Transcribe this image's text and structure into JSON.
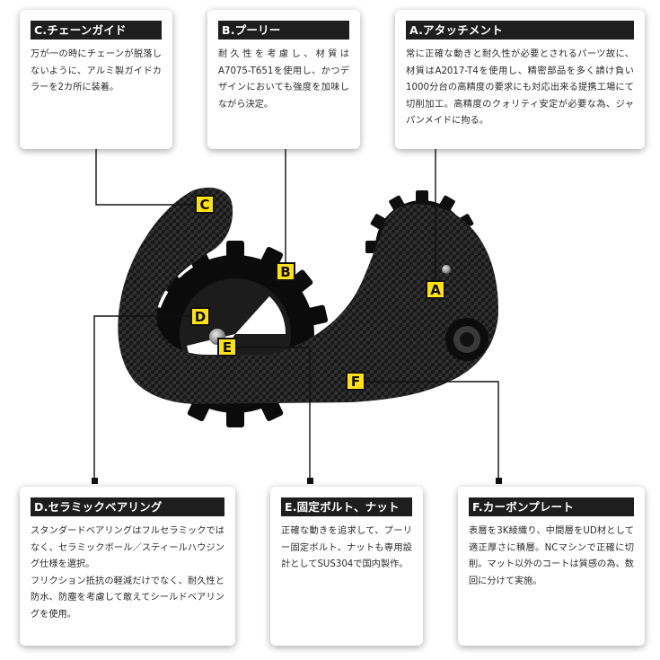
{
  "cards": {
    "c": {
      "title": "C.チェーンガイド",
      "lines": [
        "万が一の時にチェーンが脱落しないように、アルミ製ガイドカラーを2カ所に装着。"
      ]
    },
    "b": {
      "title": "B.プーリー",
      "lines": [
        "耐久性を考慮し、材質はA7075-T651を使用し、かつデザインにおいても強度を加味しながら決定。"
      ]
    },
    "a": {
      "title": "A.アタッチメント",
      "lines": [
        "常に正確な動きと耐久性が必要とされるパーツ故に、材質はA2017-T4を使用し、精密部品を多く請け負い1000分台の高精度の要求にも対応出来る提携工場にて切削加工。高精度のクォリティ安定が必要な為、ジャパンメイドに拘る。"
      ]
    },
    "d": {
      "title": "D.セラミックベアリング",
      "lines": [
        "スタンダードベアリングはフルセラミックではなく、セラミックボール／スティールハウジング仕様を選択。",
        "フリクション抵抗の軽減だけでなく、耐久性と防水、防塵を考慮して敢えてシールドベアリングを使用。"
      ]
    },
    "e": {
      "title": "E.固定ボルト、ナット",
      "lines": [
        "正確な動きを追求して、プーリー固定ボルト、ナットも専用設計としてSUS304で国内製作。"
      ]
    },
    "f": {
      "title": "F.カーボンプレート",
      "lines": [
        "表層を3K綾織り、中間層をUD材として適正厚さに積層。NCマシンで正確に切削。マット以外のコートは質感の為、数回に分けて実施。"
      ]
    }
  },
  "labels": {
    "a": "A",
    "b": "B",
    "c": "C",
    "d": "D",
    "e": "E",
    "f": "F"
  },
  "colors": {
    "label_fill": "#ffe11a",
    "title_bar": "#1e1e1e",
    "carbon": "#1a1a1a",
    "line": "#111111"
  }
}
